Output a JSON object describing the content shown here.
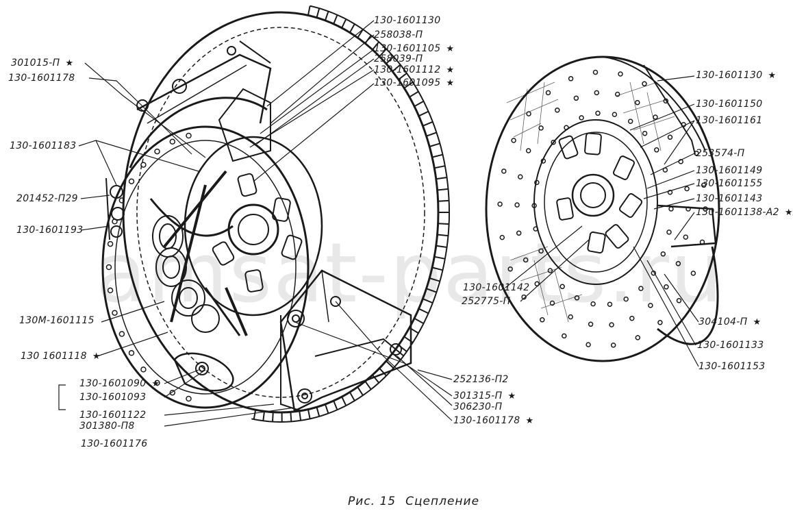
{
  "caption": {
    "fig": "Рис. 15",
    "title": "Сцепление"
  },
  "watermark": "amsat-parts.ru",
  "left_labels": [
    {
      "id": "l1",
      "text": "301015-П",
      "star": true
    },
    {
      "id": "l2",
      "text": "130-1601178",
      "star": false
    },
    {
      "id": "l3",
      "text": "130-1601183",
      "star": false
    },
    {
      "id": "l4",
      "text": "201452-П29",
      "star": false
    },
    {
      "id": "l5",
      "text": "130-1601193",
      "star": false
    },
    {
      "id": "l6",
      "text": "130М-1601115",
      "star": false
    },
    {
      "id": "l7",
      "text": "130 1601118",
      "star": true
    },
    {
      "id": "l8",
      "text": "130-1601090",
      "star": true
    },
    {
      "id": "l9",
      "text": "130-1601093",
      "star": false
    },
    {
      "id": "l10",
      "text": "130-1601122",
      "star": false
    },
    {
      "id": "l11",
      "text": "301380-П8",
      "star": false
    },
    {
      "id": "l12",
      "text": "130-1601176",
      "star": false
    }
  ],
  "top_labels": [
    {
      "id": "t1",
      "text": "130-1601130",
      "star": false
    },
    {
      "id": "t2",
      "text": "258038-П",
      "star": false
    },
    {
      "id": "t3",
      "text": "130-1601105",
      "star": true
    },
    {
      "id": "t4",
      "text": "258039-П",
      "star": false
    },
    {
      "id": "t5",
      "text": "130-1601112",
      "star": true
    },
    {
      "id": "t6",
      "text": "130-1601095",
      "star": true
    }
  ],
  "bottom_mid_labels": [
    {
      "id": "b1",
      "text": "252136-П2",
      "star": false
    },
    {
      "id": "b2",
      "text": "301315-П",
      "star": true
    },
    {
      "id": "b3",
      "text": "306230-П",
      "star": false
    },
    {
      "id": "b4",
      "text": "130-1601178",
      "star": true
    }
  ],
  "right_labels": [
    {
      "id": "r1",
      "text": "130-1601130",
      "star": true
    },
    {
      "id": "r2",
      "text": "130-1601150",
      "star": false
    },
    {
      "id": "r3",
      "text": "130-1601161",
      "star": false
    },
    {
      "id": "r4",
      "text": "253574-П",
      "star": false
    },
    {
      "id": "r5",
      "text": "130-1601149",
      "star": false
    },
    {
      "id": "r6",
      "text": "130-1601155",
      "star": false
    },
    {
      "id": "r7",
      "text": "130-1601143",
      "star": false
    },
    {
      "id": "r8",
      "text": "130-1601138-А2",
      "star": true
    },
    {
      "id": "r9",
      "text": "130-1601142",
      "star": false
    },
    {
      "id": "r10",
      "text": "252775-П",
      "star": false
    },
    {
      "id": "r11",
      "text": "304104-П",
      "star": true
    },
    {
      "id": "r12",
      "text": "130-1601133",
      "star": false
    },
    {
      "id": "r13",
      "text": "130-1601153",
      "star": false
    }
  ]
}
